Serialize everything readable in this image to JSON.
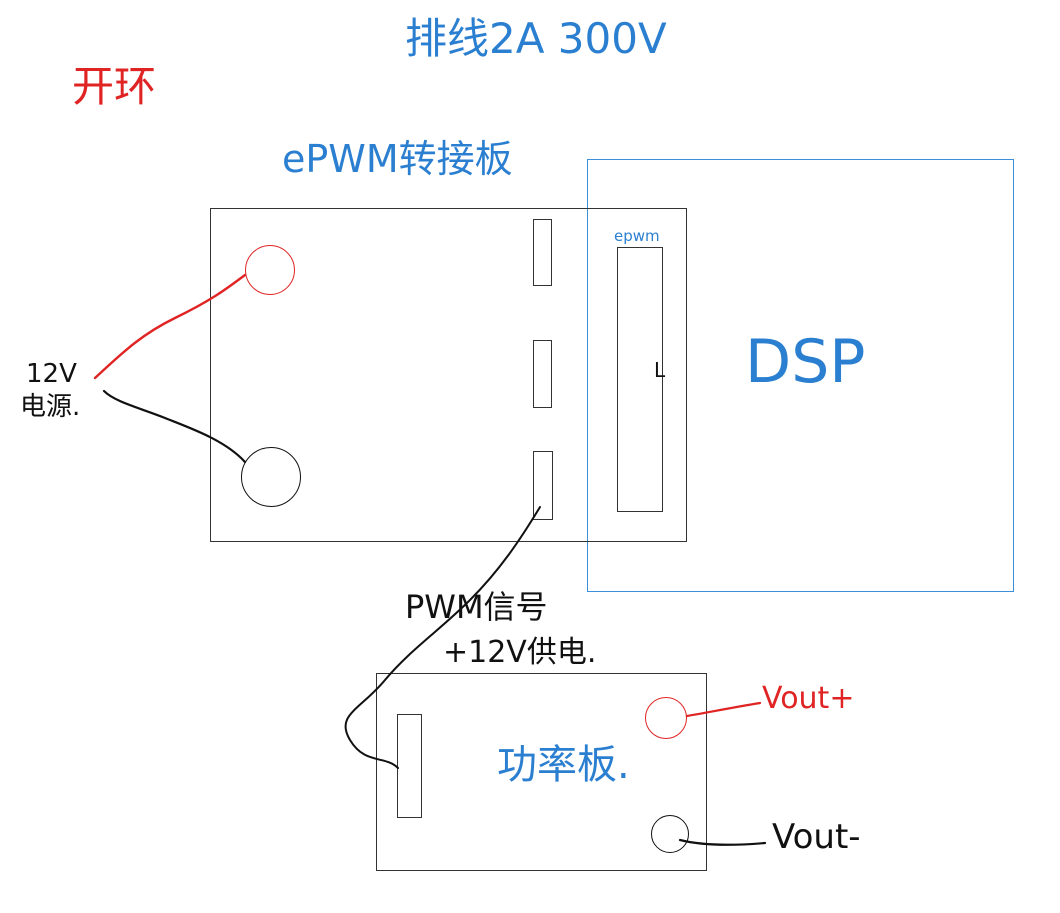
{
  "header": {
    "ribbon_spec": "排线2A 300V",
    "open_loop": "开环"
  },
  "epwm_board": {
    "title": "ePWM转接板"
  },
  "dsp": {
    "label": "DSP",
    "connector_label": "epwm",
    "pin_mark": "L"
  },
  "power_supply": {
    "voltage": "12V",
    "name": "电源."
  },
  "link": {
    "signal": "PWM信号",
    "supply": "+12V供电."
  },
  "power_board": {
    "title": "功率板.",
    "vout_pos": "Vout+",
    "vout_neg": "Vout-"
  },
  "colors": {
    "blue": "#2b7fd0",
    "red": "#e02424",
    "ink": "#111111"
  }
}
